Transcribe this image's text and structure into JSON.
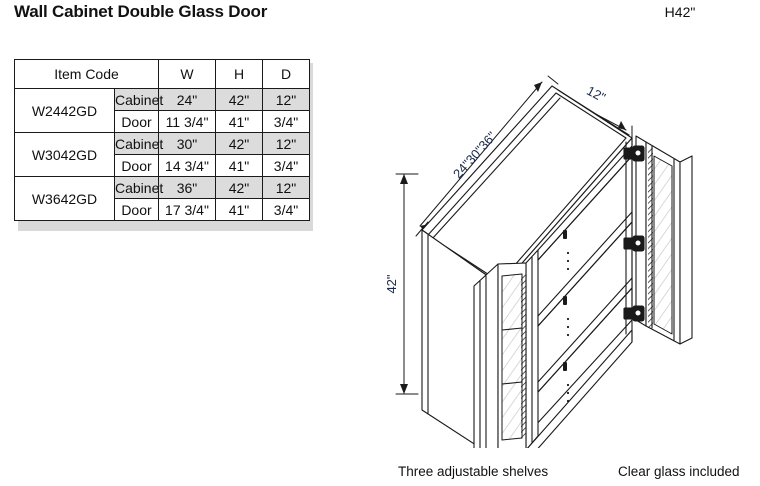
{
  "page": {
    "title": "Wall Cabinet Double Glass Door",
    "height_tag": "H42\""
  },
  "table": {
    "headers": {
      "item_code": "Item Code",
      "w": "W",
      "h": "H",
      "d": "D"
    },
    "row_labels": {
      "cabinet": "Cabinet",
      "door": "Door"
    },
    "rows": [
      {
        "code": "W2442GD",
        "cabinet": {
          "w": "24\"",
          "h": "42\"",
          "d": "12\""
        },
        "door": {
          "w": "11 3/4\"",
          "h": "41\"",
          "d": "3/4\""
        }
      },
      {
        "code": "W3042GD",
        "cabinet": {
          "w": "30\"",
          "h": "42\"",
          "d": "12\""
        },
        "door": {
          "w": "14 3/4\"",
          "h": "41\"",
          "d": "3/4\""
        }
      },
      {
        "code": "W3642GD",
        "cabinet": {
          "w": "36\"",
          "h": "42\"",
          "d": "12\""
        },
        "door": {
          "w": "17 3/4\"",
          "h": "41\"",
          "d": "3/4\""
        }
      }
    ]
  },
  "drawing": {
    "dimensions": {
      "width": "24\"30\"36\"",
      "depth": "12\"",
      "height": "42\""
    },
    "colors": {
      "dimension_text": "#1b2a4a",
      "line": "#1a1a1a",
      "glass": "#d8d8d8"
    }
  },
  "captions": {
    "shelves": "Three adjustable shelves",
    "glass": "Clear glass included"
  }
}
